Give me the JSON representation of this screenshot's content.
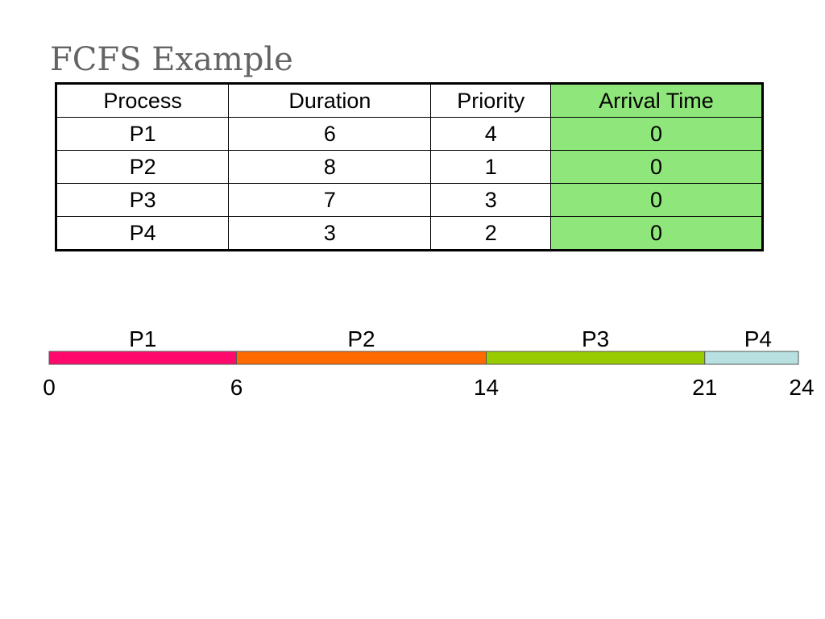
{
  "slide": {
    "title": "FCFS Example"
  },
  "table": {
    "headers": [
      "Process",
      "Duration",
      "Priority",
      "Arrival Time"
    ],
    "rows": [
      [
        "P1",
        "6",
        "4",
        "0"
      ],
      [
        "P2",
        "8",
        "1",
        "0"
      ],
      [
        "P3",
        "7",
        "3",
        "0"
      ],
      [
        "P4",
        "3",
        "2",
        "0"
      ]
    ],
    "highlight_color": "#8fe67a"
  },
  "gantt": {
    "range": [
      0,
      24
    ],
    "segments": [
      {
        "label": "P1",
        "start": 0,
        "end": 6,
        "color": "#ff0a6c"
      },
      {
        "label": "P2",
        "start": 6,
        "end": 14,
        "color": "#ff6a00"
      },
      {
        "label": "P3",
        "start": 14,
        "end": 21,
        "color": "#99cc00"
      },
      {
        "label": "P4",
        "start": 21,
        "end": 24,
        "color": "#b9e0e0"
      }
    ],
    "ticks": [
      "0",
      "6",
      "14",
      "21",
      "24"
    ]
  }
}
